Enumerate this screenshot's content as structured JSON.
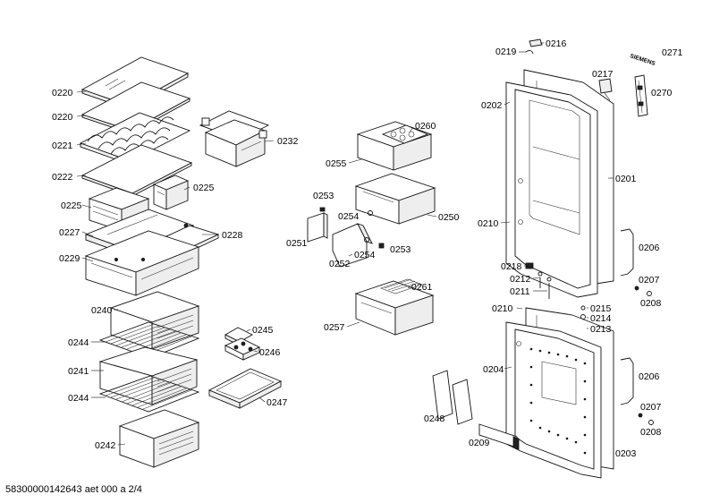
{
  "footer": "58300000142643 aet 000 a 2/4",
  "brand": "SIEMENS",
  "labels": {
    "p0220a": "0220",
    "p0220b": "0220",
    "p0221": "0221",
    "p0222": "0222",
    "p0225a": "0225",
    "p0225b": "0225",
    "p0227": "0227",
    "p0228": "0228",
    "p0229": "0229",
    "p0232": "0232",
    "p0240": "0240",
    "p0244a": "0244",
    "p0241": "0241",
    "p0244b": "0244",
    "p0242": "0242",
    "p0245": "0245",
    "p0246": "0246",
    "p0247": "0247",
    "p0260": "0260",
    "p0255": "0255",
    "p0253a": "0253",
    "p0254a": "0254",
    "p0250": "0250",
    "p0251": "0251",
    "p0252": "0252",
    "p0254b": "0254",
    "p0253b": "0253",
    "p0261": "0261",
    "p0257": "0257",
    "p0219": "0219",
    "p0216": "0216",
    "p0271": "0271",
    "p0217": "0217",
    "p0270": "0270",
    "p0202": "0202",
    "p0201": "0201",
    "p0210a": "0210",
    "p0206a": "0206",
    "p0218": "0218",
    "p0212": "0212",
    "p0211": "0211",
    "p0207a": "0207",
    "p0208a": "0208",
    "p0210b": "0210",
    "p0215": "0215",
    "p0214": "0214",
    "p0213": "0213",
    "p0204": "0204",
    "p0206b": "0206",
    "p0248": "0248",
    "p0207b": "0207",
    "p0208b": "0208",
    "p0209": "0209",
    "p0203": "0203"
  }
}
